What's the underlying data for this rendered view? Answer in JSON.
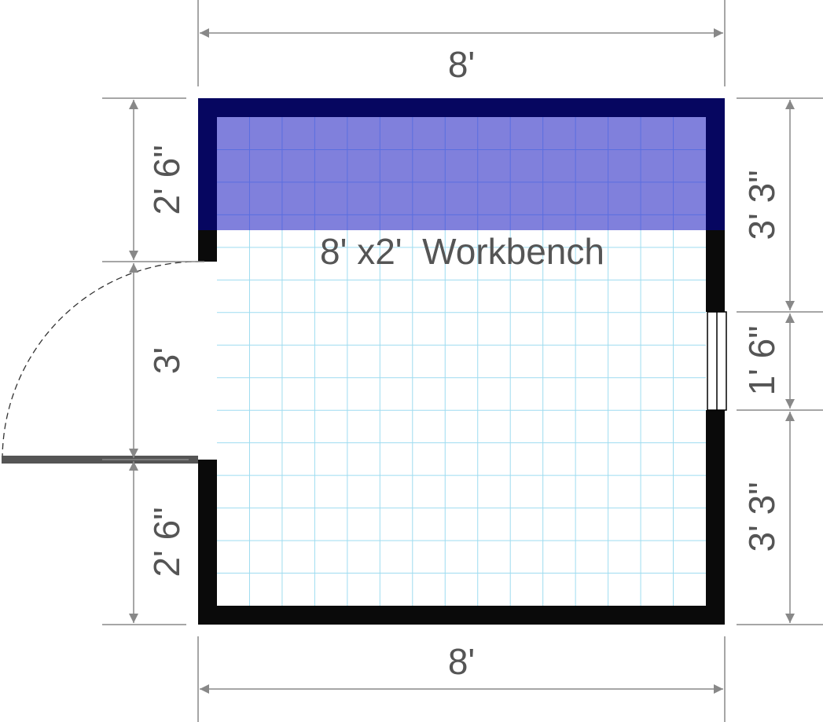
{
  "labels": {
    "top_width": "8'",
    "bottom_width": "8'",
    "left_top": "2' 6\"",
    "left_door": "3'",
    "left_bottom": "2' 6\"",
    "right_top": "3' 3\"",
    "right_window": "1' 6\"",
    "right_bottom": "3' 3\"",
    "workbench": "8' x2'  Workbench"
  },
  "colors": {
    "wall": "#0a0a0a",
    "workbench_border": "#060660",
    "workbench_fill": "#8080dc",
    "grid": "#9edcf0",
    "dimension": "#888888"
  }
}
